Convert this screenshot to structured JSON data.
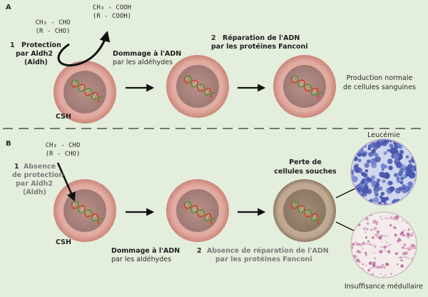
{
  "sectionA": {
    "label": "A",
    "formula_top": "CH₃ - COOH",
    "formula_top_sub": "(R - COOH)",
    "formula_left": "CH₃ - CHO",
    "formula_left_sub": "(R - CHO)",
    "step1_num": "1",
    "step1_line1": "Protection",
    "step1_line2": "par Aldh2",
    "step1_line3": "(Aldh)",
    "damage_bold": "Dommage à l'ADN",
    "damage_normal": "par les aldéhydes",
    "step2_num": "2",
    "step2_line1": "Réparation de l'ADN",
    "step2_line2": "par les protéines Fanconi",
    "result_line1": "Production normale",
    "result_line2": "de cellules sanguines",
    "csh": "CSH"
  },
  "sectionB": {
    "label": "B",
    "formula": "CH₃ - CHO",
    "formula_sub": "(R - CHO)",
    "step1_num": "1",
    "step1_line1": "Absence",
    "step1_line2": "de protection",
    "step1_line3": "par Aldh2",
    "step1_line4": "(Aldh)",
    "csh": "CSH",
    "damage_bold": "Dommage à l'ADN",
    "damage_normal": "par les aldéhydes",
    "step2_num": "2",
    "step2_line1": "Absence de réparation de l'ADN",
    "step2_line2": "par les protéines Fanconi",
    "loss_line1": "Perte de",
    "loss_line2": "cellules souches",
    "leukemia": "Leucémie",
    "marrow_failure": "Insuffisance médullaire"
  },
  "colors": {
    "background": "#e4eedd",
    "cell_outer": "#e9b6ad",
    "cell_nucleus": "#b48b84",
    "cell_gray_outer": "#cbb49d",
    "dna_red": "#d2452c",
    "dna_green": "#5e8f3c",
    "leukemia_blue": "#4a5bb0",
    "marrow_pink": "#c87fb0"
  }
}
